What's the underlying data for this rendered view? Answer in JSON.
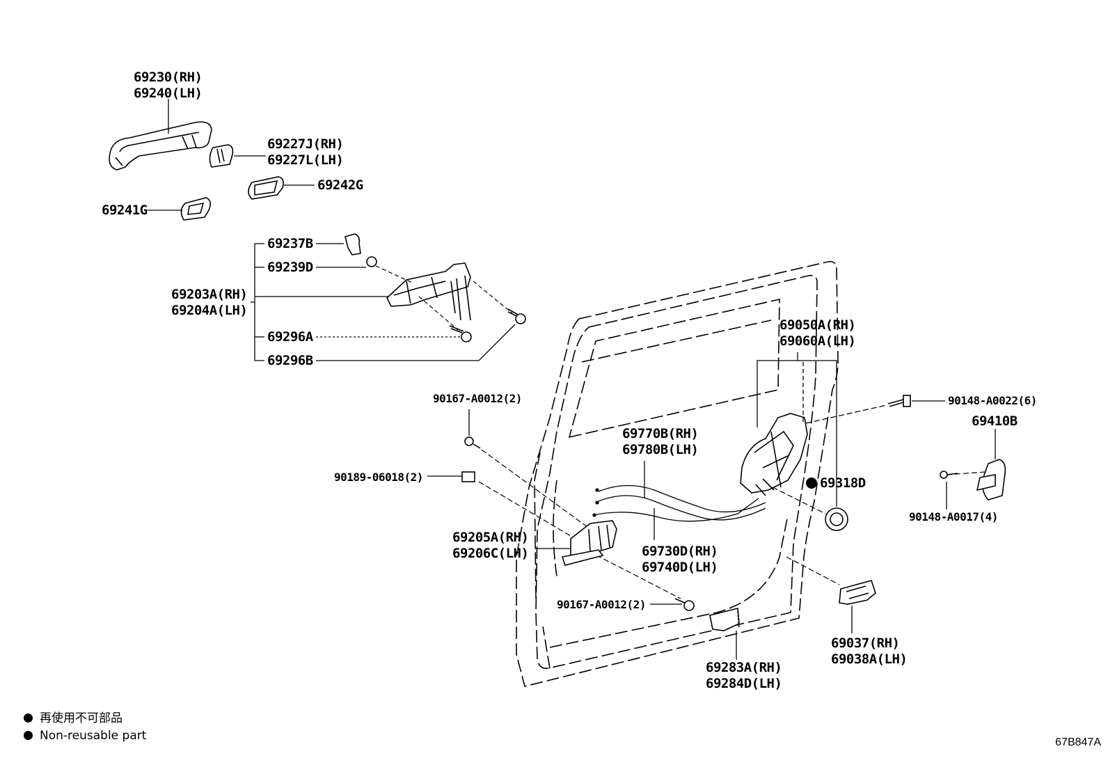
{
  "labels": {
    "outer_handle": [
      "69230(RH)",
      "69240(LH)"
    ],
    "handle_cap": [
      "69227J(RH)",
      "69227L(LH)"
    ],
    "pad_rear": "69242G",
    "pad_front": "69241G",
    "p69237": "69237B",
    "p69239": "69239D",
    "frame": [
      "69203A(RH)",
      "69204A(LH)"
    ],
    "screw_a": "69296A",
    "screw_b": "69296B",
    "lock": [
      "69050A(RH)",
      "69060A(LH)"
    ],
    "bolt_6": "90148-A0022(6)",
    "striker": "69410B",
    "seal": "69318D",
    "bolt_4": "90148-A0017(4)",
    "screw_upper": "90167-A0012(2)",
    "clip": "90189-06018(2)",
    "cable_upper": [
      "69770B(RH)",
      "69780B(LH)"
    ],
    "inside_handle": [
      "69205A(RH)",
      "69206C(LH)"
    ],
    "cable_lower": [
      "69730D(RH)",
      "69740D(LH)"
    ],
    "screw_lower": "90167-A0012(2)",
    "bracket": [
      "69037(RH)",
      "69038A(LH)"
    ],
    "cover": [
      "69283A(RH)",
      "69284D(LH)"
    ]
  },
  "legend": {
    "jp": "再使用不可部品",
    "en": "Non-reusable part"
  },
  "diagram_code": "67B847A"
}
